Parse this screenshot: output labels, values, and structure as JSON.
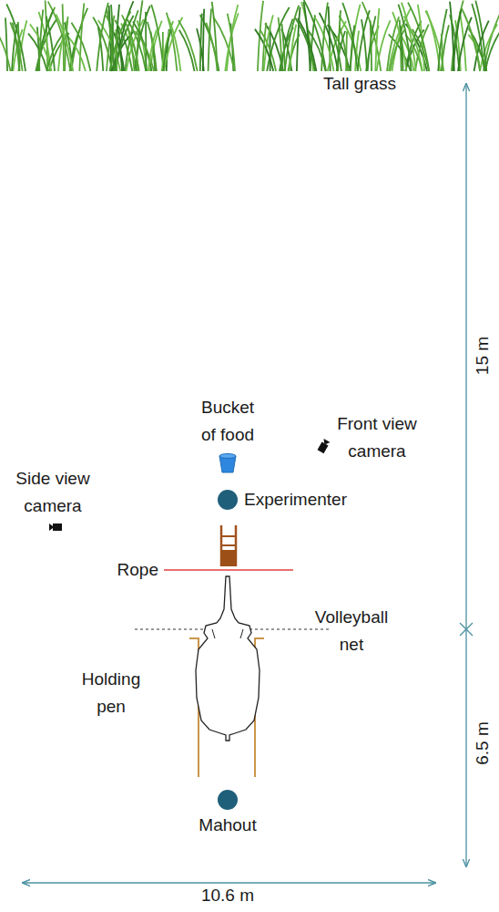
{
  "diagram": {
    "labels": [
      "Tall grass",
      "15 m",
      "Bucket of food",
      "Front view camera",
      "Side view camera",
      "Experimenter",
      "Rope",
      "Volleyball net",
      "Holding pen",
      "6.5 m",
      "Mahout",
      "10.6 m"
    ]
  }
}
